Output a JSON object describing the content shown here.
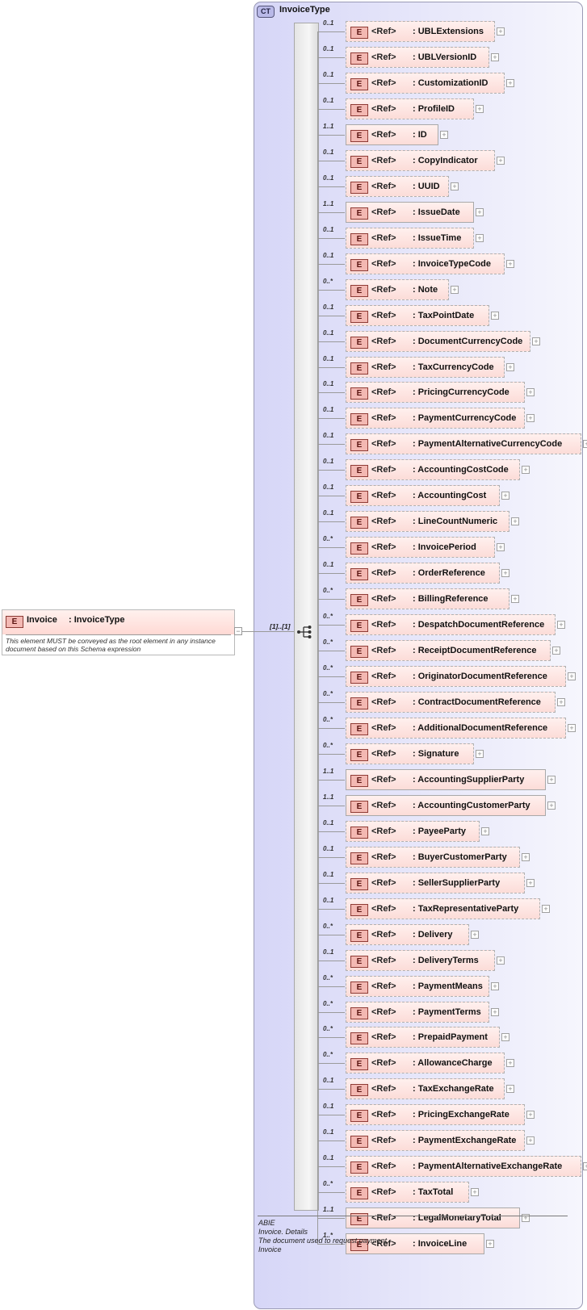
{
  "complex_type": {
    "badge": "CT",
    "name": "InvoiceType"
  },
  "root_element": {
    "badge": "E",
    "name": "Invoice",
    "type": ": InvoiceType",
    "documentation": "This element MUST be conveyed as the root element in any instance document based on this Schema expression",
    "toggle": "−"
  },
  "sequence": {
    "cardinality": "[1]..[1]"
  },
  "element_badge": "E",
  "ref_label": "<Ref>",
  "expand_symbol": "+",
  "elements": [
    {
      "name": ": UBLExtensions",
      "card": "0..1"
    },
    {
      "name": ": UBLVersionID",
      "card": "0..1"
    },
    {
      "name": ": CustomizationID",
      "card": "0..1"
    },
    {
      "name": ": ProfileID",
      "card": "0..1"
    },
    {
      "name": ": ID",
      "card": "1..1"
    },
    {
      "name": ": CopyIndicator",
      "card": "0..1"
    },
    {
      "name": ": UUID",
      "card": "0..1"
    },
    {
      "name": ": IssueDate",
      "card": "1..1"
    },
    {
      "name": ": IssueTime",
      "card": "0..1"
    },
    {
      "name": ": InvoiceTypeCode",
      "card": "0..1"
    },
    {
      "name": ": Note",
      "card": "0..*"
    },
    {
      "name": ": TaxPointDate",
      "card": "0..1"
    },
    {
      "name": ": DocumentCurrencyCode",
      "card": "0..1"
    },
    {
      "name": ": TaxCurrencyCode",
      "card": "0..1"
    },
    {
      "name": ": PricingCurrencyCode",
      "card": "0..1"
    },
    {
      "name": ": PaymentCurrencyCode",
      "card": "0..1"
    },
    {
      "name": ": PaymentAlternativeCurrencyCode",
      "card": "0..1"
    },
    {
      "name": ": AccountingCostCode",
      "card": "0..1"
    },
    {
      "name": ": AccountingCost",
      "card": "0..1"
    },
    {
      "name": ": LineCountNumeric",
      "card": "0..1"
    },
    {
      "name": ": InvoicePeriod",
      "card": "0..*"
    },
    {
      "name": ": OrderReference",
      "card": "0..1"
    },
    {
      "name": ": BillingReference",
      "card": "0..*"
    },
    {
      "name": ": DespatchDocumentReference",
      "card": "0..*"
    },
    {
      "name": ": ReceiptDocumentReference",
      "card": "0..*"
    },
    {
      "name": ": OriginatorDocumentReference",
      "card": "0..*"
    },
    {
      "name": ": ContractDocumentReference",
      "card": "0..*"
    },
    {
      "name": ": AdditionalDocumentReference",
      "card": "0..*"
    },
    {
      "name": ": Signature",
      "card": "0..*"
    },
    {
      "name": ": AccountingSupplierParty",
      "card": "1..1"
    },
    {
      "name": ": AccountingCustomerParty",
      "card": "1..1"
    },
    {
      "name": ": PayeeParty",
      "card": "0..1"
    },
    {
      "name": ": BuyerCustomerParty",
      "card": "0..1"
    },
    {
      "name": ": SellerSupplierParty",
      "card": "0..1"
    },
    {
      "name": ": TaxRepresentativeParty",
      "card": "0..1"
    },
    {
      "name": ": Delivery",
      "card": "0..*"
    },
    {
      "name": ": DeliveryTerms",
      "card": "0..1"
    },
    {
      "name": ": PaymentMeans",
      "card": "0..*"
    },
    {
      "name": ": PaymentTerms",
      "card": "0..*"
    },
    {
      "name": ": PrepaidPayment",
      "card": "0..*"
    },
    {
      "name": ": AllowanceCharge",
      "card": "0..*"
    },
    {
      "name": ": TaxExchangeRate",
      "card": "0..1"
    },
    {
      "name": ": PricingExchangeRate",
      "card": "0..1"
    },
    {
      "name": ": PaymentExchangeRate",
      "card": "0..1"
    },
    {
      "name": ": PaymentAlternativeExchangeRate",
      "card": "0..1"
    },
    {
      "name": ": TaxTotal",
      "card": "0..*"
    },
    {
      "name": ": LegalMonetaryTotal",
      "card": "1..1"
    },
    {
      "name": ": InvoiceLine",
      "card": "1..*"
    }
  ],
  "footer": "ABIE\nInvoice. Details\nThe document used to request payment.\nInvoice"
}
